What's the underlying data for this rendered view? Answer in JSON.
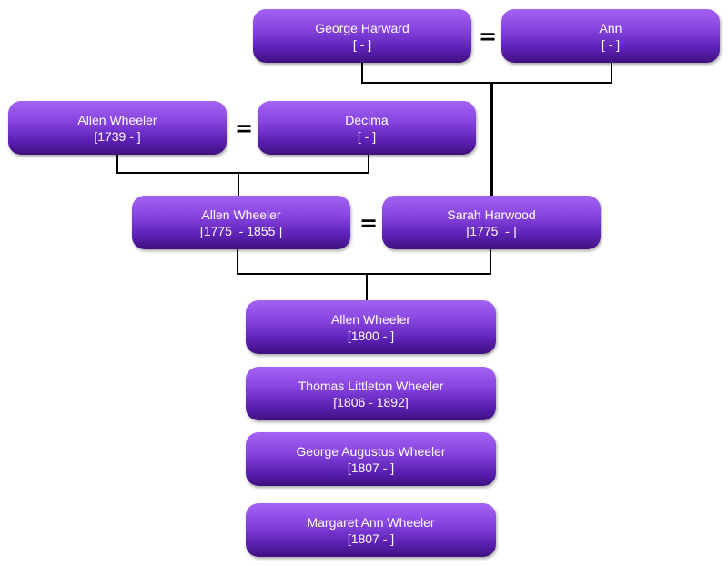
{
  "couples": {
    "grandparents_harward": {
      "husband": {
        "name": "George Harward",
        "dates": "[ - ]"
      },
      "wife": {
        "name": "Ann",
        "dates": "[ - ]"
      },
      "symbol": "="
    },
    "grandparents_wheeler": {
      "husband": {
        "name": "Allen Wheeler",
        "dates": "[1739 - ]"
      },
      "wife": {
        "name": "Decima",
        "dates": "[ - ]"
      },
      "symbol": "="
    },
    "parents": {
      "husband": {
        "name": "Allen Wheeler",
        "dates": "[1775  - 1855 ]"
      },
      "wife": {
        "name": "Sarah Harwood",
        "dates": "[1775  - ]"
      },
      "symbol": "="
    }
  },
  "children": [
    {
      "name": "Allen Wheeler",
      "dates": "[1800 - ]"
    },
    {
      "name": "Thomas Littleton Wheeler",
      "dates": "[1806 - 1892]"
    },
    {
      "name": "George Augustus Wheeler",
      "dates": "[1807 - ]"
    },
    {
      "name": "Margaret Ann Wheeler",
      "dates": "[1807 - ]"
    }
  ],
  "colors": {
    "node_top": "#a463f2",
    "node_bottom": "#3f117e",
    "node_text": "#ffffff",
    "connector": "#000000"
  }
}
